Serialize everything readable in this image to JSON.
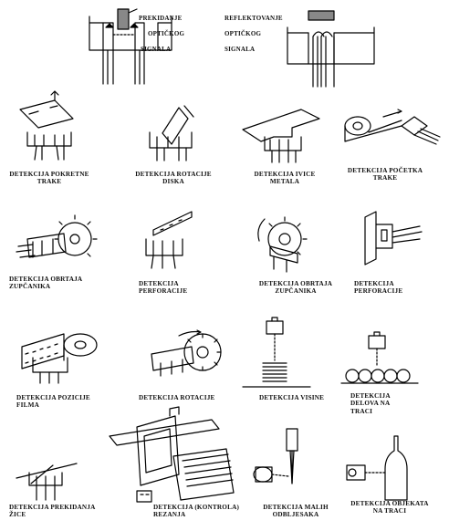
{
  "header_left": [
    "PREKIDANJE",
    "OPTIČKOG",
    "SIGNALA"
  ],
  "header_right": [
    "REFLEKTOVANJE",
    "OPTIČKOG",
    "SIGNALA"
  ],
  "labels": {
    "r1c1": "DETEKCIJA POKRETNE\nTRAKE",
    "r1c2": "DETEKCIJA ROTACIJE\nDISKA",
    "r1c3": "DETEKCIJA IVICE\nMETALA",
    "r1c4": "DETEKCIJA POČETKA\nTRAKE",
    "r2c1": "DETEKCIJA OBRTAJA\nZUPČANIKA",
    "r2c2": "DETEKCIJA\nPERFORACIJE",
    "r2c3": "DETEKCIJA OBRTAJA\nZUPČANIKA",
    "r2c4": "DETEKCIJA\nPERFORACIJE",
    "r3c1": "DETEKCIJA POZICIJE\nFILMA",
    "r3c2": "DETEKCIJA ROTACIJE",
    "r3c3": "DETEKCIJA VISINE",
    "r3c4": "DETEKCIJA\nDELOVA NA\nTRACI",
    "r4c1": "DETEKCIJA PREKIDANJA\nŽICE",
    "r4c2": "DETEKCIJA (KONTROLA)\nREZANJA",
    "r4c3": "DETEKCIJA MALIH\nODBLJESAKA",
    "r4c4": "DETEKCIJA OBJEKATA\nNA TRACI"
  }
}
